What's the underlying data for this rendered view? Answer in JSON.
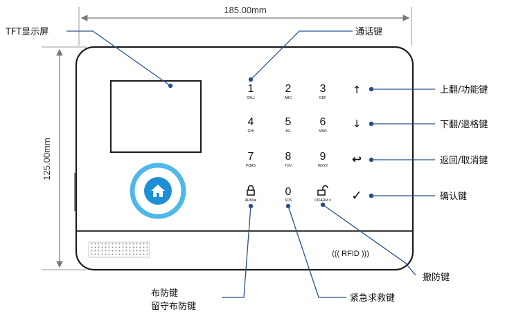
{
  "dimensions": {
    "width": "185.00mm",
    "height": "125.00mm"
  },
  "callouts": {
    "tft": "TFT显示屏",
    "call": "通话键",
    "up": "上翻/功能键",
    "down": "下翻/退格键",
    "back": "返回/取消键",
    "confirm": "确认键",
    "disarm": "撤防键",
    "arm_line1": "布防键",
    "arm_line2": "留守布防键",
    "sos": "紧急求救键"
  },
  "keypad": [
    {
      "main": "1",
      "sub": "CALL"
    },
    {
      "main": "2",
      "sub": "ABC"
    },
    {
      "main": "3",
      "sub": "DEF"
    },
    {
      "main": "4",
      "sub": "GHI"
    },
    {
      "main": "5",
      "sub": "JKL"
    },
    {
      "main": "6",
      "sub": "MNO"
    },
    {
      "main": "7",
      "sub": "PQRS"
    },
    {
      "main": "8",
      "sub": "TUV"
    },
    {
      "main": "9",
      "sub": "WXYZ"
    },
    {
      "main": "lock",
      "sub": "ARM|⊕"
    },
    {
      "main": "0",
      "sub": "SOS"
    },
    {
      "main": "unlock",
      "sub": "DISARM #"
    }
  ],
  "nav_keys": [
    "↑",
    "↓",
    "↩",
    "✓"
  ],
  "rfid": "((( RFID )))",
  "icons": [
    "home-icon",
    "lock-icon",
    "unlock-icon",
    "speaker-grille-icon"
  ],
  "colors": {
    "accent_ring": "#4fb8ea",
    "home_fill": "#1e8fd6",
    "callout": "#24508a"
  }
}
